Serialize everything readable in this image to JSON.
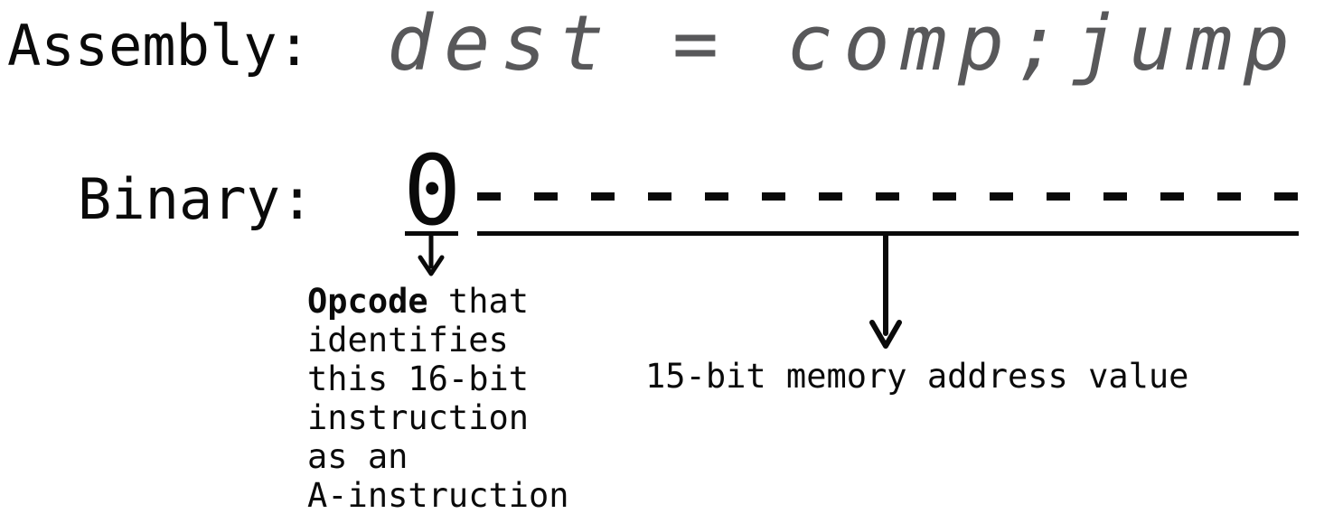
{
  "assembly_row": {
    "label": "Assembly:",
    "instruction": "dest = comp;jump"
  },
  "binary_row": {
    "label": "Binary:",
    "opcode_bit": "0",
    "address_bit_count": 15
  },
  "notes": {
    "opcode": {
      "bold": "Opcode",
      "rest": " that\nidentifies\nthis 16-bit\ninstruction\nas an\nA-instruction"
    },
    "address": "15-bit memory address value"
  },
  "colors": {
    "ink": "#0a0a0a",
    "instruction_gray": "#58585a",
    "background": "#ffffff"
  }
}
